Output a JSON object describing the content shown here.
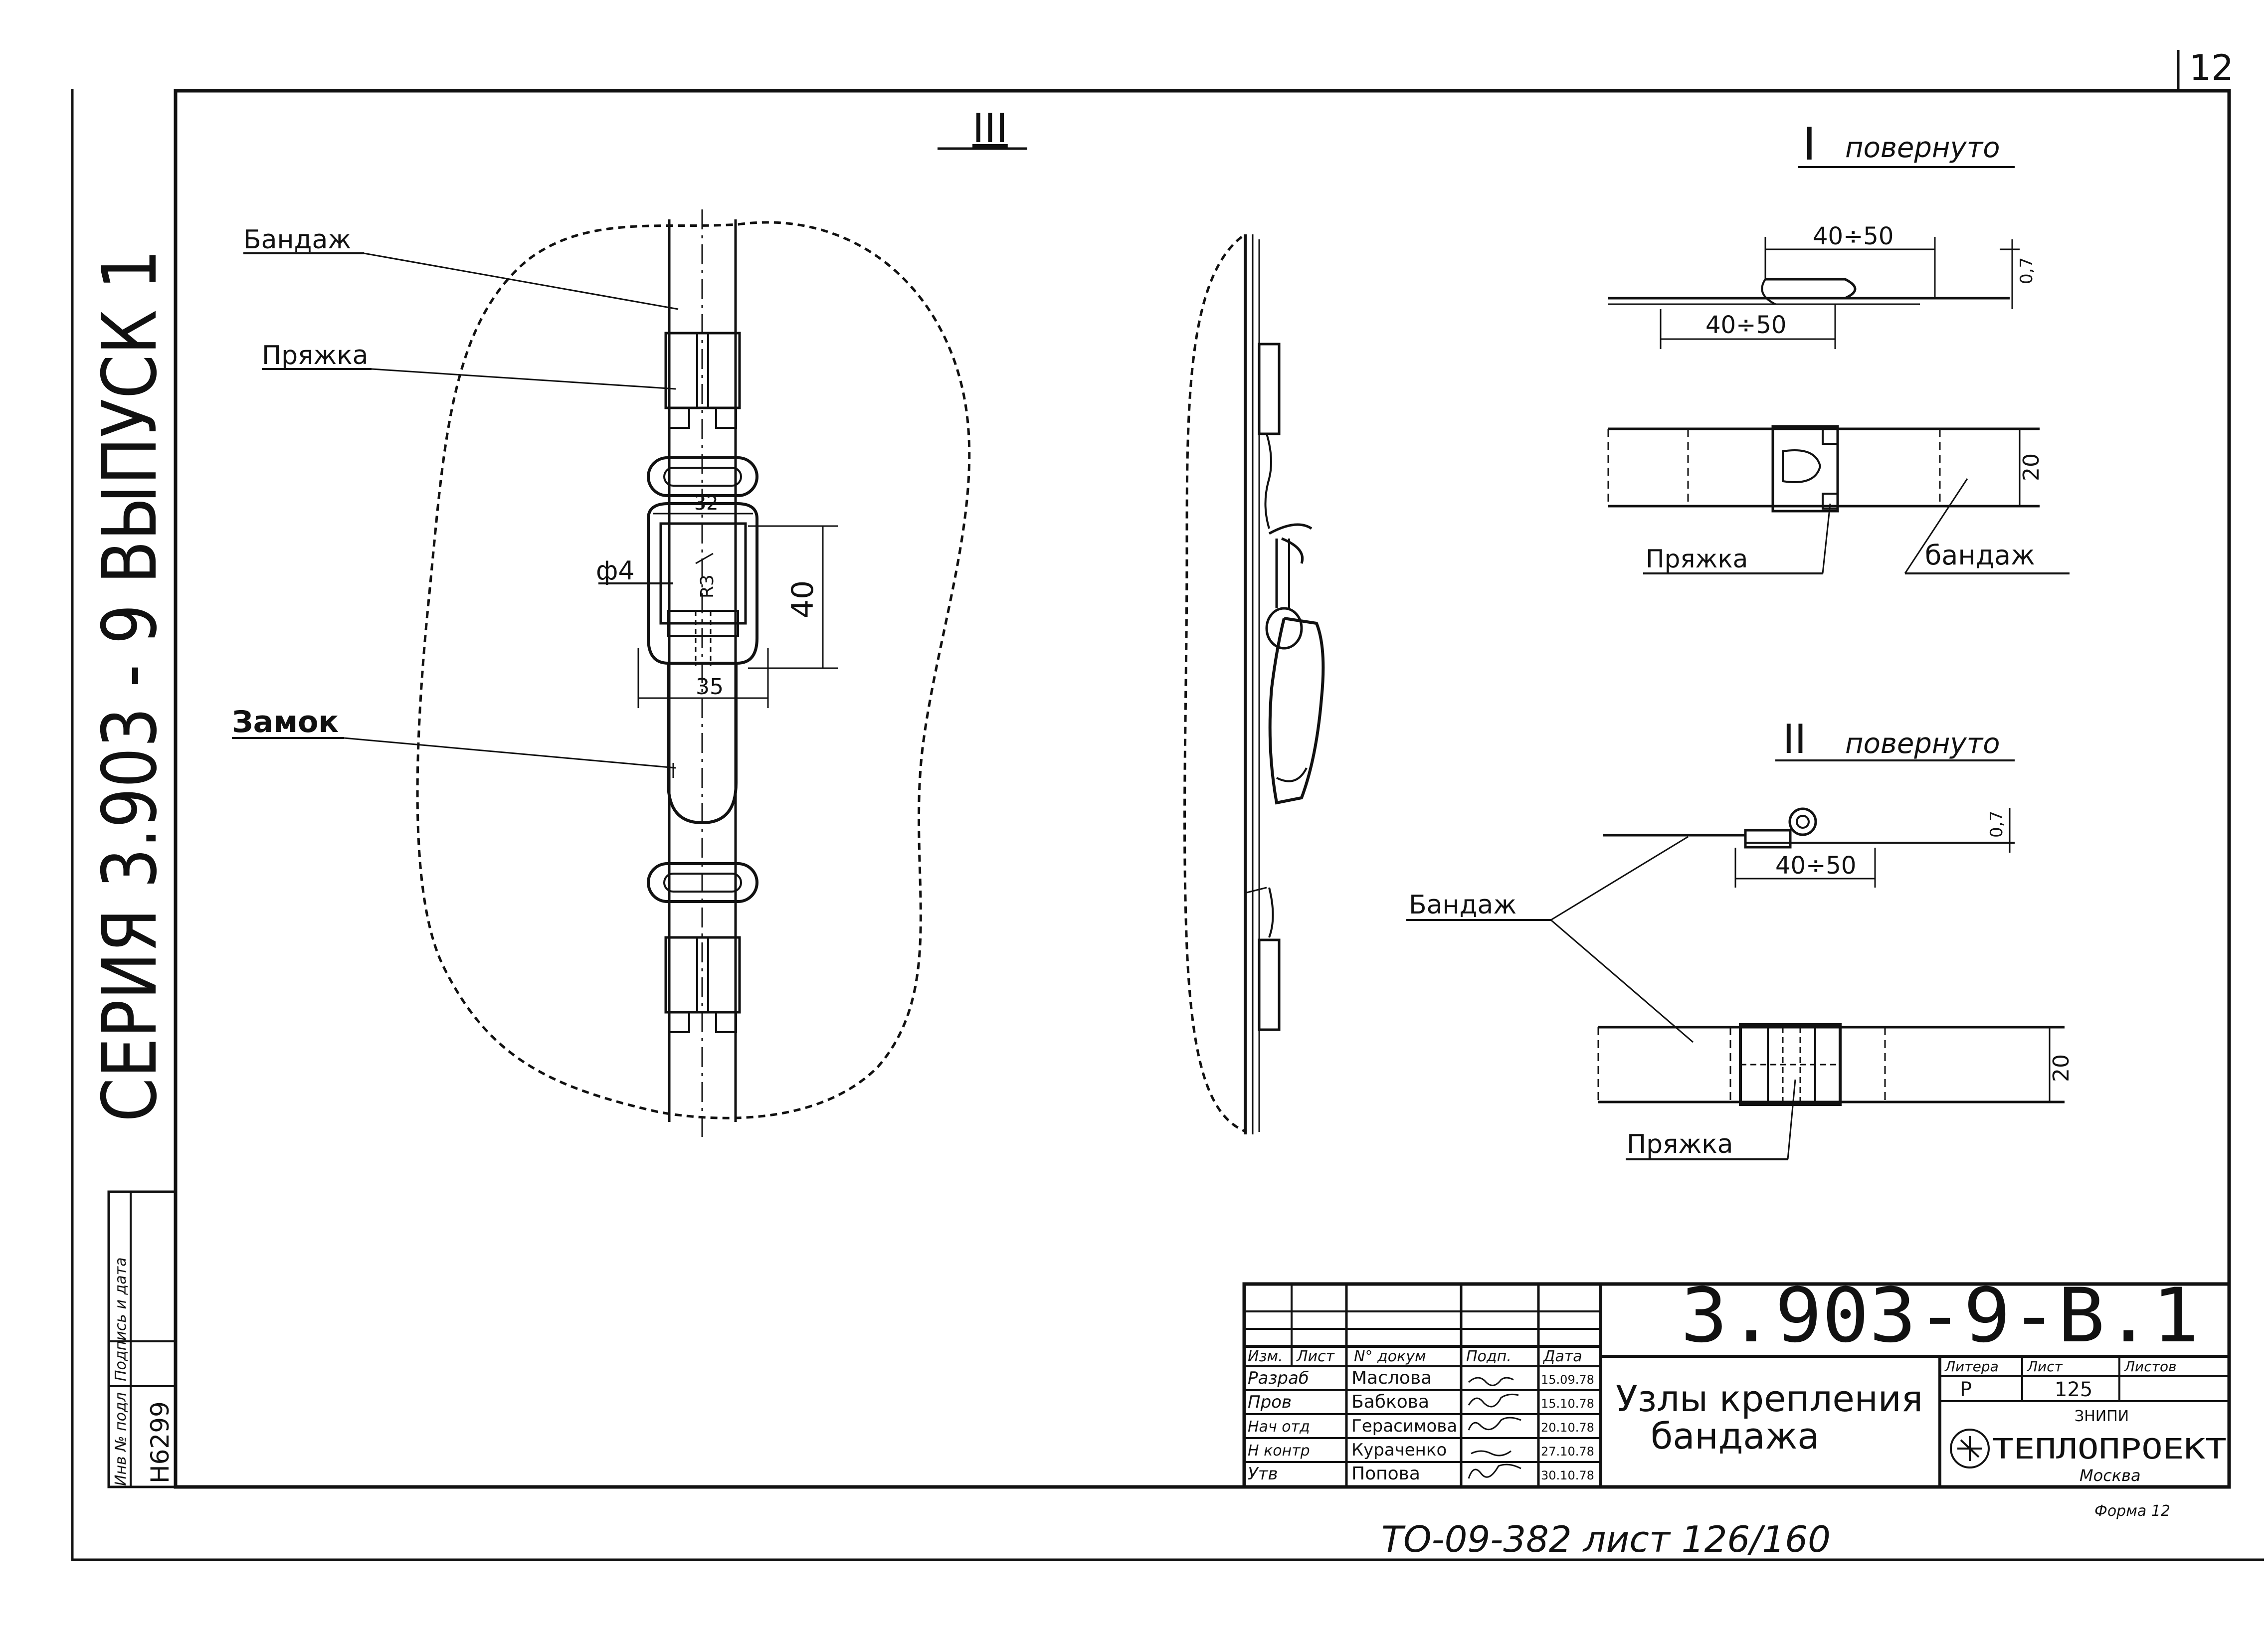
{
  "sheet": {
    "page_number": "12",
    "vertical_series_text": "СЕРИЯ  3.903 - 9     ВЫПУСК 1",
    "bottom_ref": "ТО-09-382 лист 126/160",
    "form_note": "Форма 12"
  },
  "views": {
    "view3_title": "III",
    "view1_title": "I",
    "view1_sub": "повернуто",
    "view2_title": "II",
    "view2_sub": "повернуто"
  },
  "labels": {
    "bandazh": "Бандаж",
    "pryazhka": "Пряжка",
    "zamok": "Замок",
    "bandazh_v1": "бандаж",
    "pryazhka_v1": "Пряжка",
    "bandazh_v2": "Бандаж",
    "pryazhka_v2": "Пряжка"
  },
  "dims": {
    "d32": "32",
    "phi4": "ф4",
    "r3": "R3",
    "d40": "40",
    "d35": "35",
    "v1_top": "40÷50",
    "v1_bot": "40÷50",
    "v1_thk": "0,7",
    "v1_w": "20",
    "v2_len": "40÷50",
    "v2_thk": "0,7",
    "v2_w": "20"
  },
  "side_stamp": {
    "inv_label": "Инв № подл",
    "inv_value": "Н6299",
    "sign_label": "Подпись и дата"
  },
  "title_block": {
    "doc_code": "3.903-9-В.1",
    "title_line1": "Узлы крепления",
    "title_line2": "бандажа",
    "header": [
      "Изм.",
      "Лист",
      "N° докум",
      "Подп.",
      "Дата"
    ],
    "rows": [
      {
        "role": "Разраб",
        "name": "Маслова",
        "date": "15.09.78"
      },
      {
        "role": "Пров",
        "name": "Бабкова",
        "date": "15.10.78"
      },
      {
        "role": "Нач отд",
        "name": "Герасимова",
        "date": "20.10.78"
      },
      {
        "role": "Н контр",
        "name": "Кураченко",
        "date": "27.10.78"
      },
      {
        "role": "Утв",
        "name": "Попова",
        "date": "30.10.78"
      }
    ],
    "litera_label": "Литера",
    "sheet_label": "Лист",
    "sheets_label": "Листов",
    "litera_value": "Р",
    "sheet_value": "125",
    "sheets_value": "",
    "org_small": "ЗНИПИ",
    "org_name": "ТЕПЛОПРОЕКТ",
    "org_city": "Москва"
  }
}
